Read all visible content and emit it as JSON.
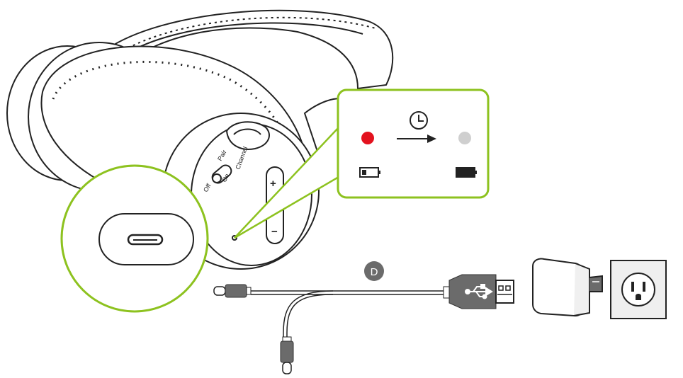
{
  "headphone": {
    "slider_labels": {
      "off": "Off",
      "on": "On",
      "pair": "Pair"
    },
    "channel_label": "Channel",
    "plus_label": "+",
    "minus_label": "−"
  },
  "status_panel": {
    "charging_led_color": "#e3121e",
    "charged_led_color": "#cfcfcf",
    "accent_color": "#8dc21f"
  },
  "cable": {
    "step_badge": "D"
  },
  "icons": {
    "clock": "clock-icon",
    "arrow": "arrow-right-icon",
    "battery_low": "battery-low-icon",
    "battery_full": "battery-full-icon",
    "usb": "usb-icon",
    "usb_c_port": "usb-c-port-icon",
    "outlet": "wall-outlet-icon"
  }
}
